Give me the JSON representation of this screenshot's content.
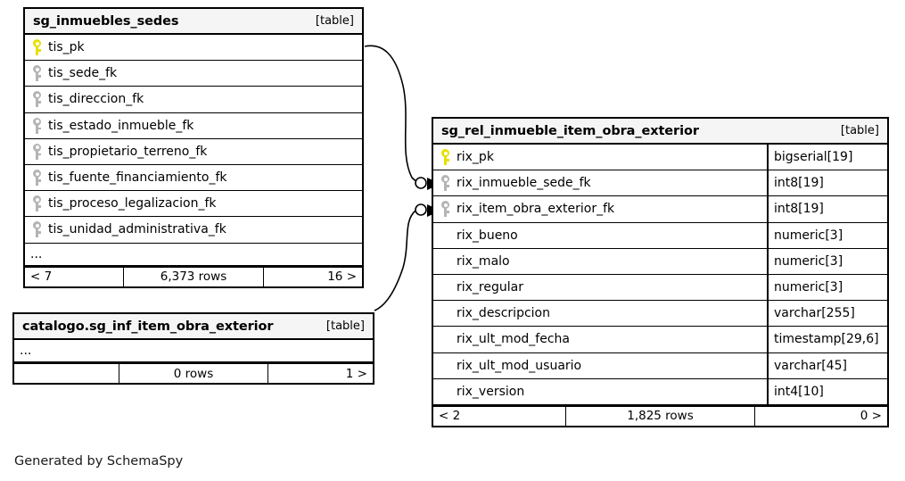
{
  "diagram": {
    "type": "entity-relationship-diagram",
    "generator_note": "Generated by SchemaSpy",
    "background": "#ffffff",
    "key_pk_color": "#e8e000",
    "key_fk_color": "#b4b4b4"
  },
  "tables": {
    "sg_inmuebles_sedes": {
      "title": "sg_inmuebles_sedes",
      "tag": "[table]",
      "columns": [
        {
          "name": "tis_pk",
          "key": "pk"
        },
        {
          "name": "tis_sede_fk",
          "key": "fk"
        },
        {
          "name": "tis_direccion_fk",
          "key": "fk"
        },
        {
          "name": "tis_estado_inmueble_fk",
          "key": "fk"
        },
        {
          "name": "tis_propietario_terreno_fk",
          "key": "fk"
        },
        {
          "name": "tis_fuente_financiamiento_fk",
          "key": "fk"
        },
        {
          "name": "tis_proceso_legalizacion_fk",
          "key": "fk"
        },
        {
          "name": "tis_unidad_administrativa_fk",
          "key": "fk"
        }
      ],
      "more_indicator": "...",
      "footer": {
        "left": "< 7",
        "center": "6,373 rows",
        "right": "16 >"
      }
    },
    "catalogo_sg_inf_item_obra_exterior": {
      "title": "catalogo.sg_inf_item_obra_exterior",
      "tag": "[table]",
      "columns": [],
      "more_indicator": "...",
      "footer": {
        "left": "",
        "center": "0 rows",
        "right": "1 >"
      }
    },
    "sg_rel_inmueble_item_obra_exterior": {
      "title": "sg_rel_inmueble_item_obra_exterior",
      "tag": "[table]",
      "columns": [
        {
          "name": "rix_pk",
          "type": "bigserial[19]",
          "key": "pk"
        },
        {
          "name": "rix_inmueble_sede_fk",
          "type": "int8[19]",
          "key": "fk"
        },
        {
          "name": "rix_item_obra_exterior_fk",
          "type": "int8[19]",
          "key": "fk"
        },
        {
          "name": "rix_bueno",
          "type": "numeric[3]",
          "key": "none"
        },
        {
          "name": "rix_malo",
          "type": "numeric[3]",
          "key": "none"
        },
        {
          "name": "rix_regular",
          "type": "numeric[3]",
          "key": "none"
        },
        {
          "name": "rix_descripcion",
          "type": "varchar[255]",
          "key": "none"
        },
        {
          "name": "rix_ult_mod_fecha",
          "type": "timestamp[29,6]",
          "key": "none"
        },
        {
          "name": "rix_ult_mod_usuario",
          "type": "varchar[45]",
          "key": "none"
        },
        {
          "name": "rix_version",
          "type": "int4[10]",
          "key": "none"
        }
      ],
      "footer": {
        "left": "< 2",
        "center": "1,825 rows",
        "right": "0 >"
      }
    }
  },
  "relationships": [
    {
      "from_table": "sg_inmuebles_sedes",
      "from_column": "tis_pk",
      "to_table": "sg_rel_inmueble_item_obra_exterior",
      "to_column": "rix_inmueble_sede_fk"
    },
    {
      "from_table": "catalogo_sg_inf_item_obra_exterior",
      "to_table": "sg_rel_inmueble_item_obra_exterior",
      "to_column": "rix_item_obra_exterior_fk"
    }
  ]
}
